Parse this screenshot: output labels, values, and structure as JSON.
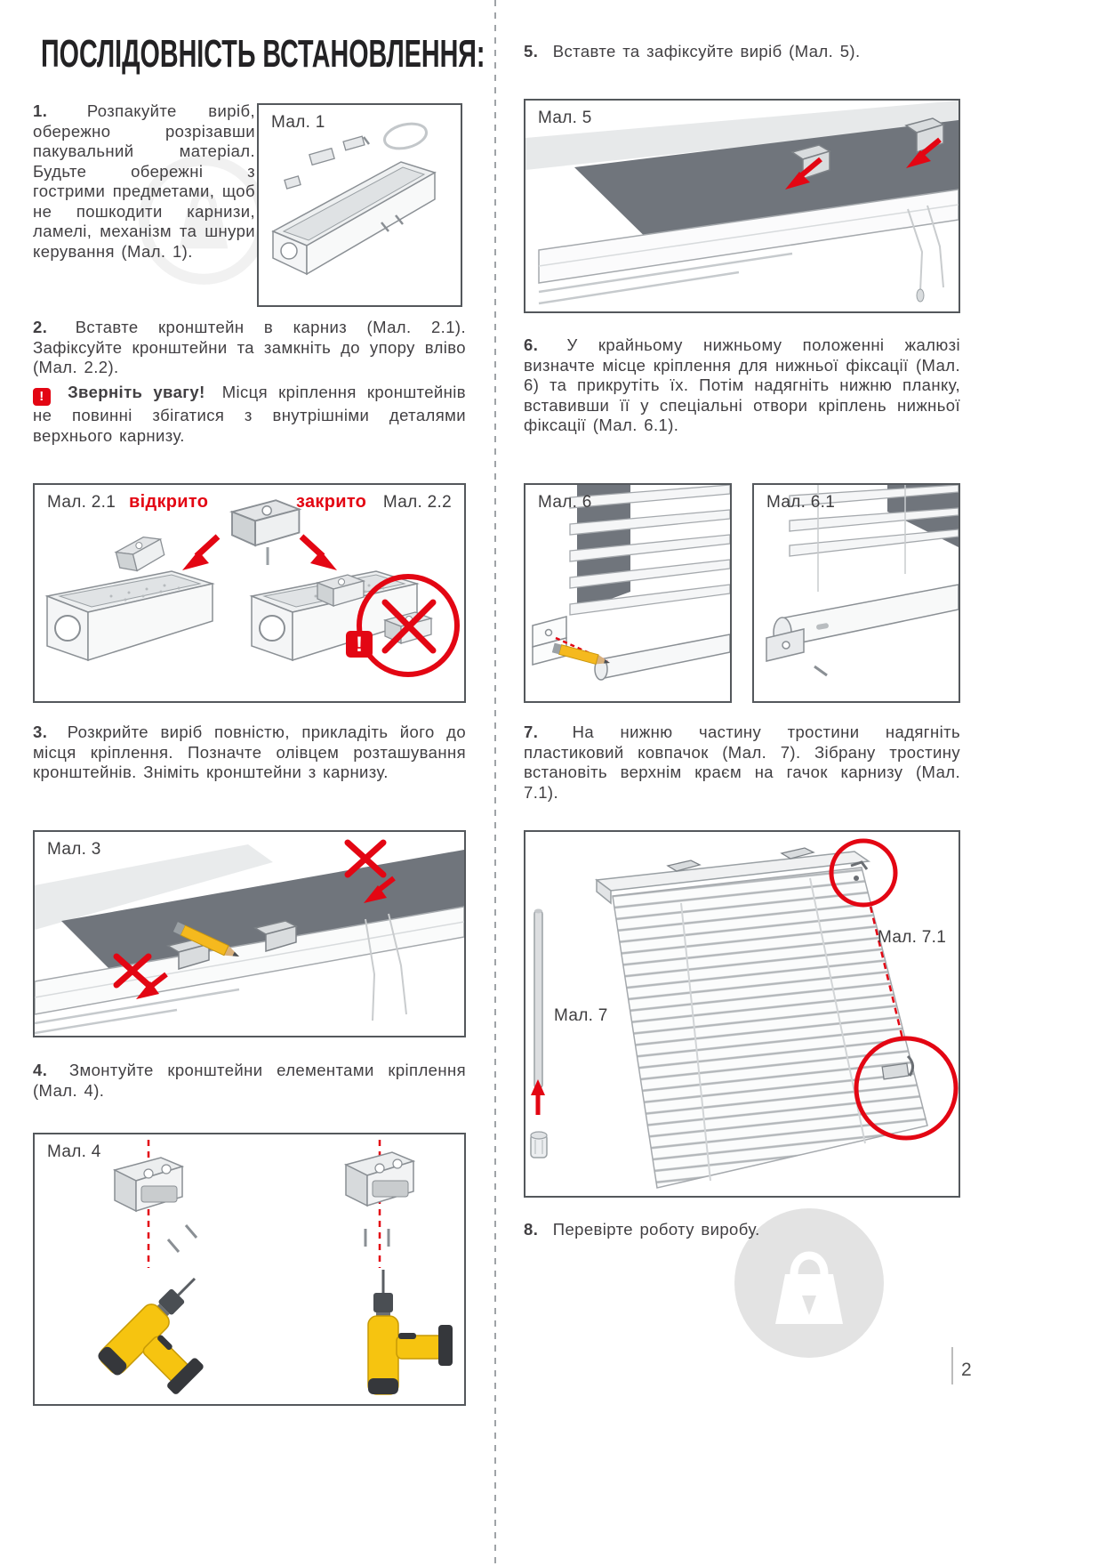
{
  "page": {
    "title": "ПОСЛІДОВНІСТЬ ВСТАНОВЛЕННЯ:",
    "page_number": "2"
  },
  "colors": {
    "accent_red": "#e30613",
    "drill_yellow": "#f6c410",
    "recess_gray": "#70757c"
  },
  "steps": {
    "s1_num": "1.",
    "s1_text": "Розпакуйте виріб, обережно розрізавши пакувальний матеріал. Будьте обережні з гострими предметами, щоб не пошкодити карнизи, ламелі, механізм та шнури керування (Мал. 1).",
    "s2_num": "2.",
    "s2_text": "Вставте кронштейн в карниз (Мал. 2.1). Зафіксуйте кронштейни та замкніть до упору вліво (Мал. 2.2).",
    "s2_warn_title": "Зверніть увагу!",
    "s2_warn_text": "Місця кріплення кронштейнів не повинні збігатися з внутрішніми деталями верхнього карнизу.",
    "s3_num": "3.",
    "s3_text": "Розкрийте виріб повністю, прикладіть його до місця кріплення. Позначте олівцем розташування кронштейнів. Зніміть кронштейни з карнизу.",
    "s4_num": "4.",
    "s4_text": "Змонтуйте кронштейни елементами кріплення (Мал. 4).",
    "s5_num": "5.",
    "s5_text": "Вставте та зафіксуйте виріб (Мал. 5).",
    "s6_num": "6.",
    "s6_text": "У крайньому нижньому положенні жалюзі визначте місце кріплення для нижньої фіксації (Мал. 6) та прикрутіть їх. Потім надягніть нижню планку, вставивши її у спеціальні отвори кріплень нижньої фіксації (Мал. 6.1).",
    "s7_num": "7.",
    "s7_text": "На нижню частину тростини надягніть пластиковий ковпачок (Мал. 7). Зібрану тростину встановіть верхнім краєм на гачок карнизу (Мал. 7.1).",
    "s8_num": "8.",
    "s8_text": "Перевірте роботу виробу."
  },
  "figures": {
    "fig1": "Мал. 1",
    "fig21": "Мал. 2.1",
    "fig22": "Мал. 2.2",
    "open": "відкрито",
    "closed": "закрито",
    "mark": "!",
    "fig3": "Мал. 3",
    "fig4": "Мал. 4",
    "fig5": "Мал. 5",
    "fig6": "Мал. 6",
    "fig61": "Мал. 6.1",
    "fig7": "Мал. 7",
    "fig71": "Мал. 7.1"
  }
}
